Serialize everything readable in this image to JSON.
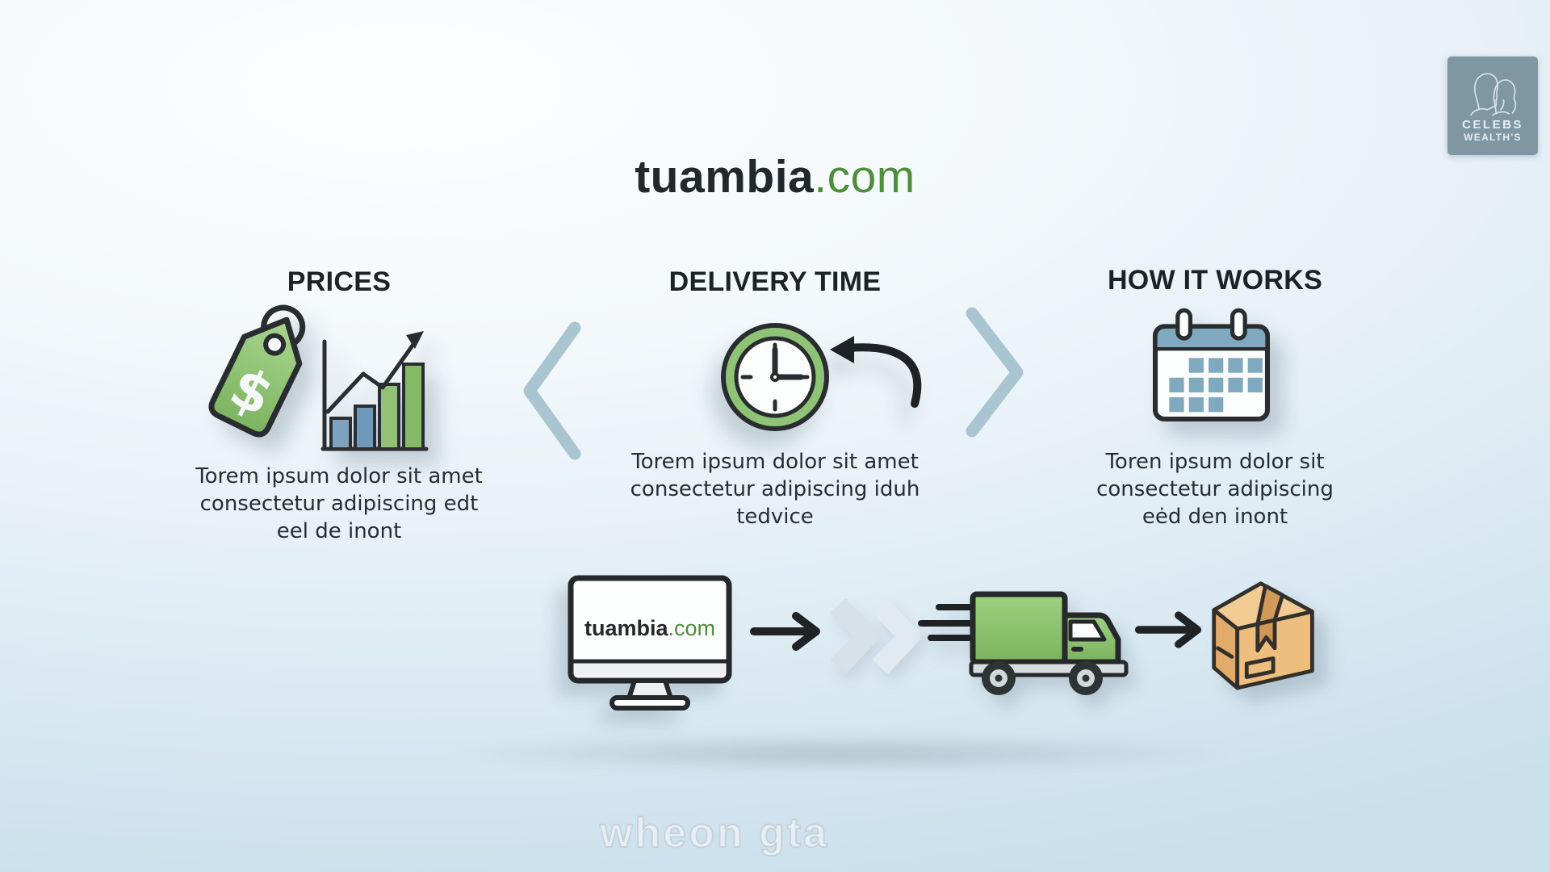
{
  "brand": {
    "name": "tuambia",
    "tld": ".com"
  },
  "badge": {
    "line1": "CELEBS",
    "line2": "WEALTH'S"
  },
  "sections": [
    {
      "title": "PRICES",
      "icon": "price-tag-chart-icon",
      "lines": [
        "Torem ipsum dolor sit amet",
        "consectetur adipiscing edt",
        "eel de inont"
      ]
    },
    {
      "title": "DELIVERY TIME",
      "icon": "clock-return-icon",
      "lines": [
        "Torem ipsum dolor sit amet",
        "consectetur adipiscing iduh",
        "tedvice"
      ]
    },
    {
      "title": "HOW IT WORKS",
      "icon": "calendar-icon",
      "lines": [
        "Toren ipsum dolor sit",
        "consectetur adipiscing",
        "eėd den inont"
      ]
    }
  ],
  "flow": {
    "monitor": {
      "brand": "tuambia",
      "tld": ".com"
    },
    "steps": [
      "website-monitor",
      "arrow-right",
      "speed-chevrons",
      "delivery-truck",
      "arrow-right",
      "package-box"
    ]
  },
  "icons": {
    "dollar": "$"
  },
  "watermark": {
    "text": "wheon gta"
  },
  "colors": {
    "accent_green": "#4d8e3b",
    "tag_green": "#8cc473",
    "calendar_blue": "#7fa9bf",
    "separator_chevron_blue": "#a8c5d1",
    "box_tan": "#eebe7e",
    "title_dark": "#23282c",
    "badge_gray_blue": "#7e97a3"
  }
}
